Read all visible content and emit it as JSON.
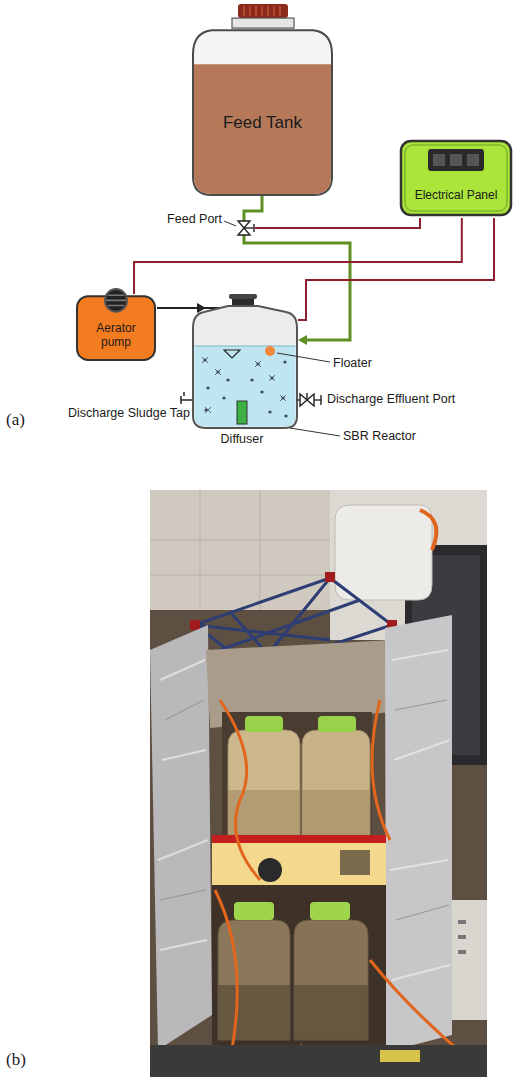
{
  "diagram": {
    "nodes": [
      {
        "text": [
          "Feed Tank"
        ]
      },
      {
        "text": [
          "Electrical Panel"
        ]
      },
      {
        "text": [
          "Aerator pump"
        ]
      }
    ],
    "edges": [
      {
        "from": 1,
        "to": 2,
        "arrow": "none"
      }
    ],
    "labels": [
      "Feed Port",
      "Floater",
      "Discharge Sludge Tap",
      "Discharge Effluent Port",
      "Diffuser",
      "SBR Reactor",
      "(a)",
      "(b)"
    ]
  }
}
